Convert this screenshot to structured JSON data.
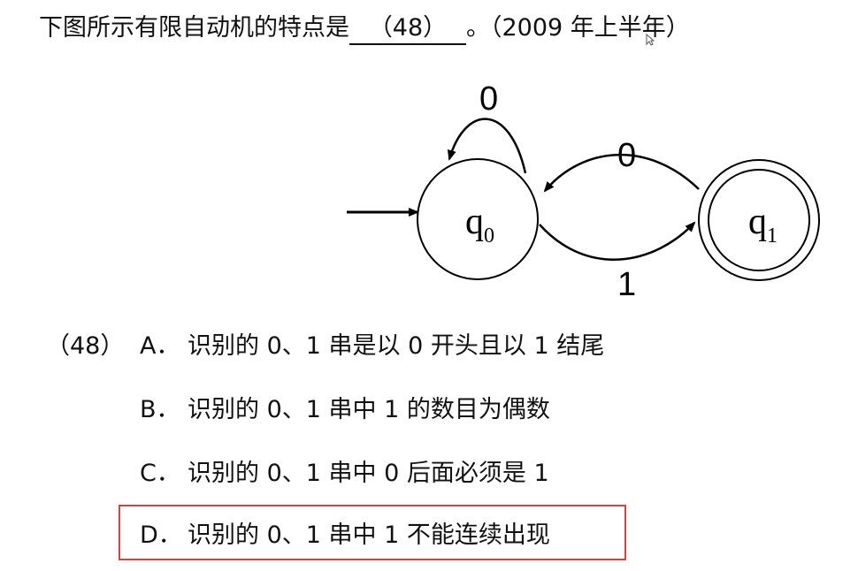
{
  "question": {
    "prefix": "下图所示有限自动机的特点是",
    "blank": "（48）",
    "suffix": "。（2009 年上半年）"
  },
  "automaton": {
    "start_state": "q",
    "start_sub": "0",
    "final_state": "q",
    "final_sub": "1",
    "self_loop_label": "0",
    "back_edge_label": "0",
    "forward_edge_label": "1"
  },
  "answer_key": {
    "number": "（48）",
    "highlight_color": "#d9413f"
  },
  "options": [
    {
      "letter": "A．",
      "text": "识别的 0、1 串是以 0 开头且以 1 结尾"
    },
    {
      "letter": "B．",
      "text": "识别的 0、1 串中 1 的数目为偶数"
    },
    {
      "letter": "C．",
      "text": "识别的 0、1 串中 0 后面必须是 1"
    },
    {
      "letter": "D．",
      "text": "识别的 0、1 串中 1 不能连续出现"
    }
  ]
}
